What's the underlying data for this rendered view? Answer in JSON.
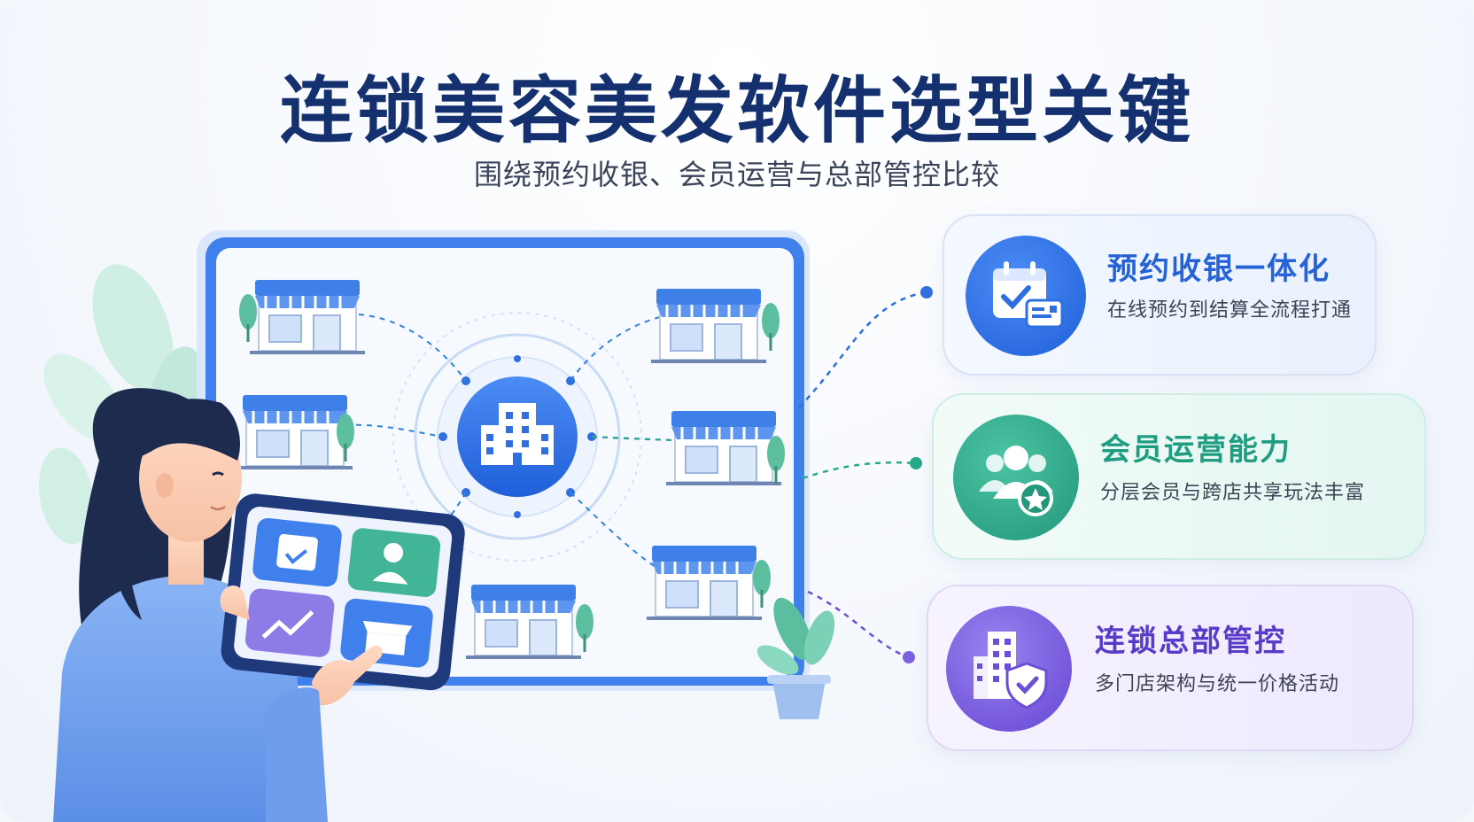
{
  "header": {
    "title": "连锁美容美发软件选型关键",
    "subtitle": "围绕预约收银、会员运营与总部管控比较"
  },
  "features": [
    {
      "title": "预约收银一体化",
      "desc": "在线预约到结算全流程打通",
      "icon": "calendar-cashier-icon",
      "color": "#2f6fe0"
    },
    {
      "title": "会员运营能力",
      "desc": "分层会员与跨店共享玩法丰富",
      "icon": "members-star-icon",
      "color": "#27a98a"
    },
    {
      "title": "连锁总部管控",
      "desc": "多门店架构与统一价格活动",
      "icon": "building-shield-icon",
      "color": "#6c4fd6"
    }
  ],
  "colors": {
    "blue": "#2f6fe0",
    "teal": "#27a98a",
    "purple": "#6c4fd6",
    "navy": "#14306e"
  }
}
